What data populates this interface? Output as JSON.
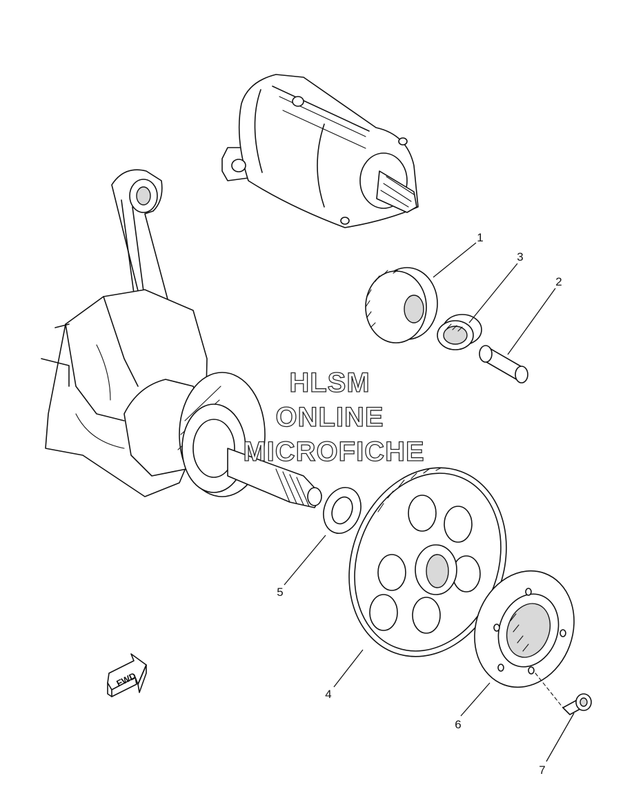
{
  "callouts": [
    {
      "id": "1",
      "label": "1",
      "part": "starter gear"
    },
    {
      "id": "2",
      "label": "2",
      "part": "shaft"
    },
    {
      "id": "3",
      "label": "3",
      "part": "bearing"
    },
    {
      "id": "4",
      "label": "4",
      "part": "starter wheel gear"
    },
    {
      "id": "5",
      "label": "5",
      "part": "washer"
    },
    {
      "id": "6",
      "label": "6",
      "part": "starter clutch"
    },
    {
      "id": "7",
      "label": "7",
      "part": "bolt"
    }
  ],
  "watermark": {
    "line1": "HLSM",
    "line2": "ONLINE",
    "line3": "MICROFICHE"
  },
  "direction_arrow": {
    "label": "FWD"
  }
}
